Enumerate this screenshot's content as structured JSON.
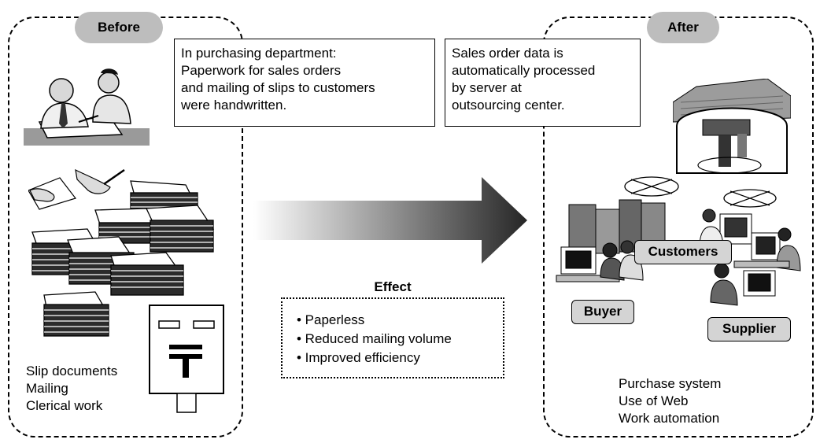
{
  "before": {
    "pill_label": "Before",
    "callout_lines": [
      "In purchasing department:",
      "Paperwork for sales orders",
      "and mailing of slips to customers",
      "were handwritten."
    ],
    "items": [
      "Slip documents",
      "Mailing",
      "Clerical work"
    ],
    "illustrations": [
      "office-workers-icon",
      "writing-hand-icon",
      "paper-stacks-icon",
      "postbox-icon"
    ]
  },
  "after": {
    "pill_label": "After",
    "callout_lines": [
      "Sales order data is",
      "automatically processed",
      "by server at",
      "outsourcing center."
    ],
    "items": [
      "Purchase system",
      "Use of Web",
      "Work automation"
    ],
    "labels": {
      "buyer": "Buyer",
      "customers": "Customers",
      "supplier": "Supplier"
    },
    "illustrations": [
      "data-center-icon",
      "network-link-icon",
      "computer-workstations-icon"
    ]
  },
  "effect": {
    "title": "Effect",
    "items": [
      "• Paperless",
      "• Reduced mailing volume",
      "• Improved efficiency"
    ]
  },
  "colors": {
    "pill": "#bdbdbd",
    "label_box": "#d4d4d4",
    "arrow_start": "#ffffff",
    "arrow_end": "#262626"
  }
}
